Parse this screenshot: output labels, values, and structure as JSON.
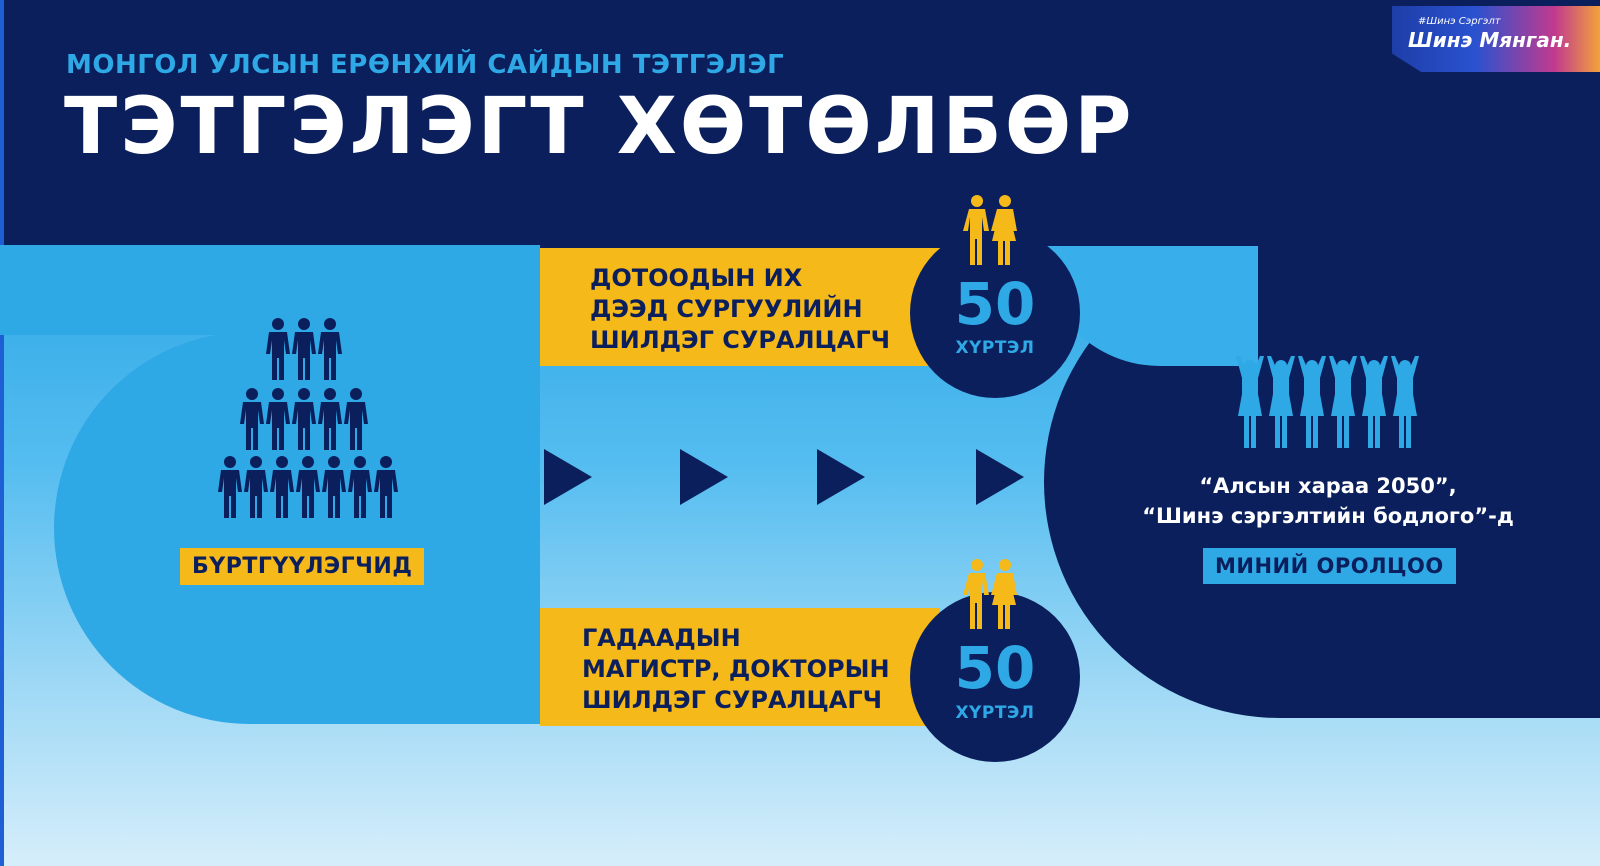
{
  "header": {
    "subtitle": "МОНГОЛ УЛСЫН ЕРӨНХИЙ САЙДЫН ТЭТГЭЛЭГ",
    "title": "ТЭТГЭЛЭГТ ХӨТӨЛБӨР"
  },
  "logo": {
    "tagline": "#Шинэ Сэргэлт",
    "name": "Шинэ Мянган."
  },
  "left": {
    "registrants_label": "БҮРТГҮҮЛЭГЧИД",
    "icon": "crowd-pyramid-icon"
  },
  "tracks": [
    {
      "lines": [
        "ДОТООДЫН ИХ",
        "ДЭЭД СУРГУУЛИЙН",
        "ШИЛДЭГ СУРАЛЦАГЧ"
      ],
      "number": "50",
      "number_label": "ХҮРТЭЛ"
    },
    {
      "lines": [
        "ГАДААДЫН",
        "МАГИСТР, ДОКТОРЫН",
        "ШИЛДЭГ СУРАЛЦАГЧ"
      ],
      "number": "50",
      "number_label": "ХҮРТЭЛ"
    }
  ],
  "right": {
    "quote_line1": "“Алсын хараа 2050”,",
    "quote_line2": "“Шинэ сэргэлтийн бодлого”-д",
    "participation_label": "МИНИЙ ОРОЛЦОО",
    "icon": "cheering-people-icon"
  },
  "colors": {
    "navy": "#0b1f5c",
    "sky_blue": "#2fa8e6",
    "yellow": "#f5b91a",
    "white": "#ffffff"
  }
}
